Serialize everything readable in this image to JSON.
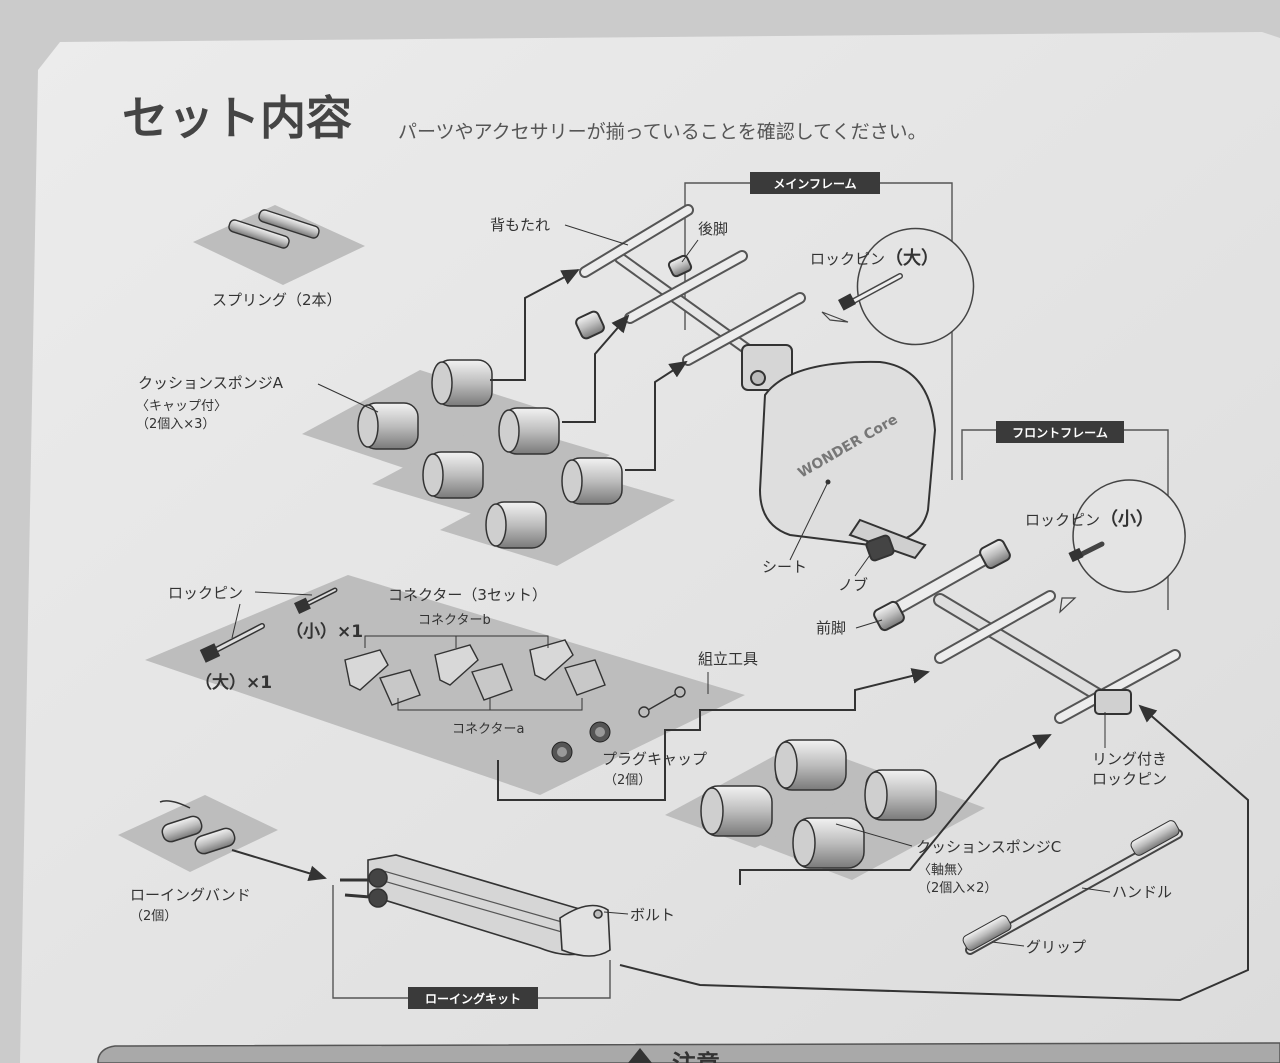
{
  "header": {
    "title": "セット内容",
    "subtitle": "パーツやアクセサリーが揃っていることを確認してください。"
  },
  "frames": {
    "main": "メインフレーム",
    "front": "フロントフレーム",
    "rowing": "ローイングキット"
  },
  "parts": {
    "spring": "スプリング（2本）",
    "cushion_a": "クッションスポンジA",
    "cushion_a_note": "〈キャップ付〉",
    "cushion_a_qty": "（2個入×3）",
    "backrest": "背もたれ",
    "rear_leg": "後脚",
    "lockpin_large_bubble": "ロックピン",
    "lockpin_large_bubble_size": "（大）",
    "seat": "シート",
    "knob": "ノブ",
    "lockpin": "ロックピン",
    "lockpin_small_count": "（小）×1",
    "lockpin_large_count": "（大）×1",
    "connector": "コネクター（3セット）",
    "connector_b": "コネクターb",
    "connector_a": "コネクターa",
    "tool": "組立工具",
    "plug_cap": "プラグキャップ",
    "plug_cap_qty": "（2個）",
    "lockpin_small_bubble": "ロックピン",
    "lockpin_small_bubble_size": "（小）",
    "front_leg": "前脚",
    "ring_pin_1": "リング付き",
    "ring_pin_2": "ロックピン",
    "cushion_c": "クッションスポンジC",
    "cushion_c_note": "〈軸無〉",
    "cushion_c_qty": "（2個入×2）",
    "handle": "ハンドル",
    "grip": "グリップ",
    "rowing_band": "ローイングバンド",
    "rowing_band_qty": "（2個）",
    "bolt": "ボルト",
    "logo_text": "WONDER Core"
  },
  "footer": {
    "notice": "注意"
  }
}
